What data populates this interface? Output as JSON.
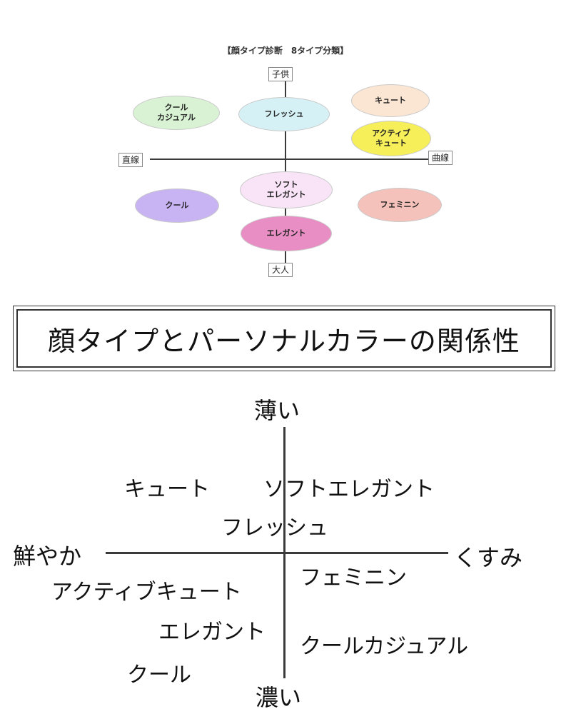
{
  "top_diagram": {
    "title": "【顔タイプ診断　8タイプ分類】",
    "axis_labels": {
      "top": "子供",
      "bottom": "大人",
      "left": "直線",
      "right": "曲線"
    },
    "types": [
      {
        "label": "クール\nカジュアル",
        "color": "#d9f2d4"
      },
      {
        "label": "フレッシュ",
        "color": "#d6f1f6"
      },
      {
        "label": "キュート",
        "color": "#fbe5d3"
      },
      {
        "label": "アクティブ\nキュート",
        "color": "#f6ef5a"
      },
      {
        "label": "ソフト\nエレガント",
        "color": "#f8e4f6"
      },
      {
        "label": "クール",
        "color": "#c8b4f2"
      },
      {
        "label": "フェミニン",
        "color": "#f5c2bb"
      },
      {
        "label": "エレガント",
        "color": "#e98ec4"
      }
    ]
  },
  "banner": {
    "title": "顔タイプとパーソナルカラーの関係性"
  },
  "bottom_diagram": {
    "axis_labels": {
      "top": "薄い",
      "bottom": "濃い",
      "left": "鮮やか",
      "right": "くすみ"
    },
    "items": [
      "キュート",
      "ソフトエレガント",
      "フレッシュ",
      "フェミニン",
      "アクティブキュート",
      "エレガント",
      "クールカジュアル",
      "クール"
    ]
  }
}
